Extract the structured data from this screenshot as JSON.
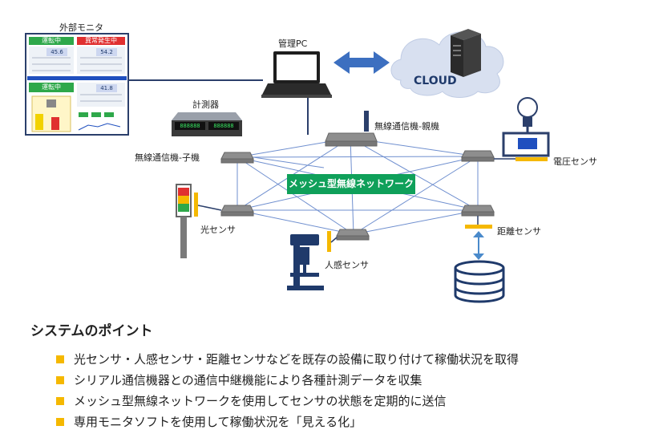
{
  "labels": {
    "monitor": "外部モニタ",
    "pc": "管理PC",
    "cloud": "CLOUD",
    "meter": "計測器",
    "parent": "無線通信機-親機",
    "child": "無線通信機-子機",
    "voltage": "電圧センサ",
    "mesh": "メッシュ型無線ネットワーク",
    "light": "光センサ",
    "distance": "距離センサ",
    "human": "人感センサ"
  },
  "monitor_screen": {
    "status_running_top": "運転中",
    "status_alarm": "異常発生中",
    "status_running_bottom": "運転中",
    "value_1": "45.6",
    "value_2": "54.2",
    "value_3": "41.8"
  },
  "meter_display": {
    "left": "888888",
    "right": "888888"
  },
  "points": {
    "title": "システムのポイント",
    "items": [
      "光センサ・人感センサ・距離センサなどを既存の設備に取り付けて稼働状況を取得",
      "シリアル通信機器との通信中継機能により各種計測データを収集",
      "メッシュ型無線ネットワークを使用してセンサの状態を定期的に送信",
      "専用モニタソフトを使用して稼働状況を「見える化」"
    ]
  },
  "colors": {
    "mesh_green": "#0fa05a",
    "bullet": "#f5b800",
    "line_blue": "#6f8fcf",
    "dark_blue": "#1f3a6b"
  },
  "icons": [
    "monitor-icon",
    "laptop-icon",
    "cloud-icon",
    "server-icon",
    "meter-icon",
    "router-icon",
    "bulb-icon",
    "signal-tower-icon",
    "drill-press-icon",
    "database-icon"
  ]
}
